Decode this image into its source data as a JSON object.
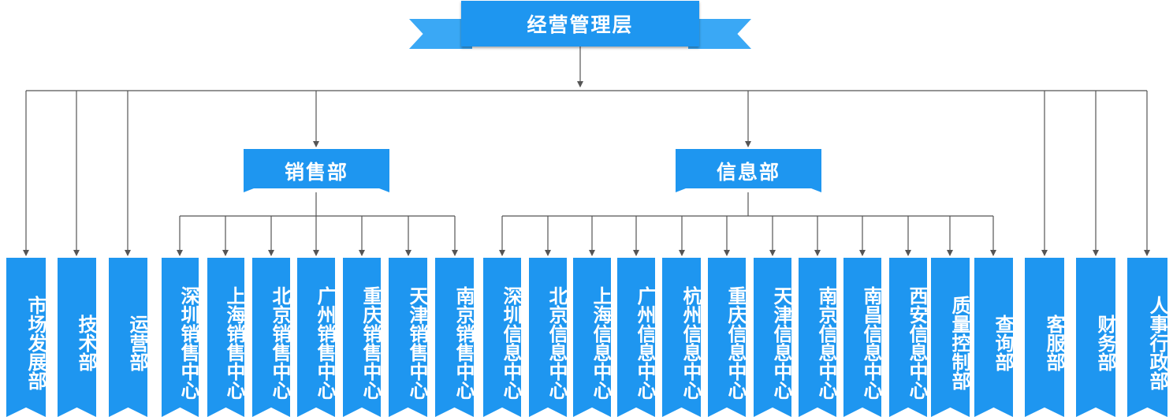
{
  "root": {
    "label": "经营管理层"
  },
  "groups": [
    {
      "label": "销售部"
    },
    {
      "label": "信息部"
    }
  ],
  "leaves": [
    {
      "label": "市场发展部"
    },
    {
      "label": "技术部"
    },
    {
      "label": "运营部"
    },
    {
      "label": "深圳销售中心"
    },
    {
      "label": "上海销售中心"
    },
    {
      "label": "北京销售中心"
    },
    {
      "label": "广州销售中心"
    },
    {
      "label": "重庆销售中心"
    },
    {
      "label": "天津销售中心"
    },
    {
      "label": "南京销售中心"
    },
    {
      "label": "深圳信息中心"
    },
    {
      "label": "北京信息中心"
    },
    {
      "label": "上海信息中心"
    },
    {
      "label": "广州信息中心"
    },
    {
      "label": "杭州信息中心"
    },
    {
      "label": "重庆信息中心"
    },
    {
      "label": "天津信息中心"
    },
    {
      "label": "南京信息中心"
    },
    {
      "label": "南昌信息中心"
    },
    {
      "label": "西安信息中心"
    },
    {
      "label": "质量控制部"
    },
    {
      "label": "查询部"
    },
    {
      "label": "客服部"
    },
    {
      "label": "财务部"
    },
    {
      "label": "人事行政部"
    }
  ],
  "colors": {
    "box": "#1e96f0",
    "ribbon": "#3aa8f5",
    "line": "#555555"
  }
}
